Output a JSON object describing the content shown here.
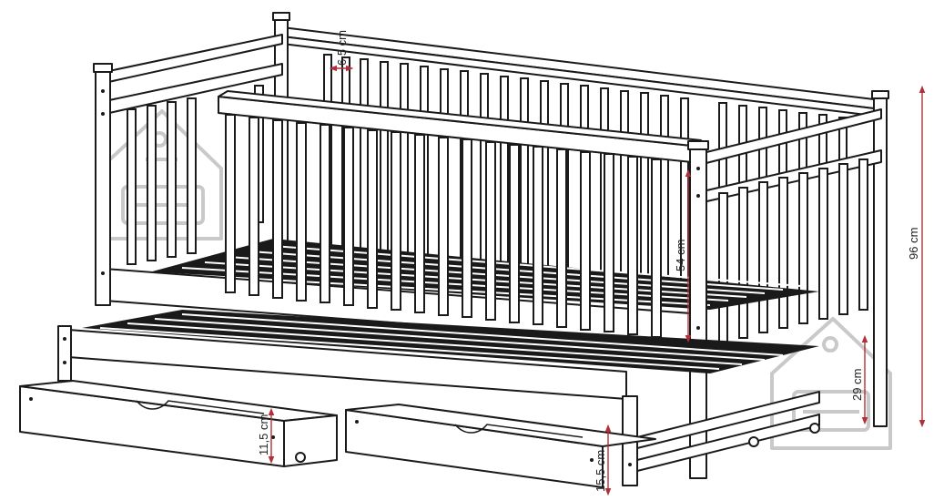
{
  "colors": {
    "outline": "#1a1a1a",
    "dimension": "#b0303a",
    "watermark": "#c9c9c9"
  },
  "dimensions": {
    "slat_gap": "6,5 cm",
    "rail_height": "54 cm",
    "total_height": "96 cm",
    "trundle_height": "29 cm",
    "drawer_height": "11,5 cm",
    "trundle_frame_height": "15,5 cm"
  },
  "icons": {
    "watermark_left": "house-sofa-logo-icon",
    "watermark_right": "house-sofa-logo-icon"
  }
}
